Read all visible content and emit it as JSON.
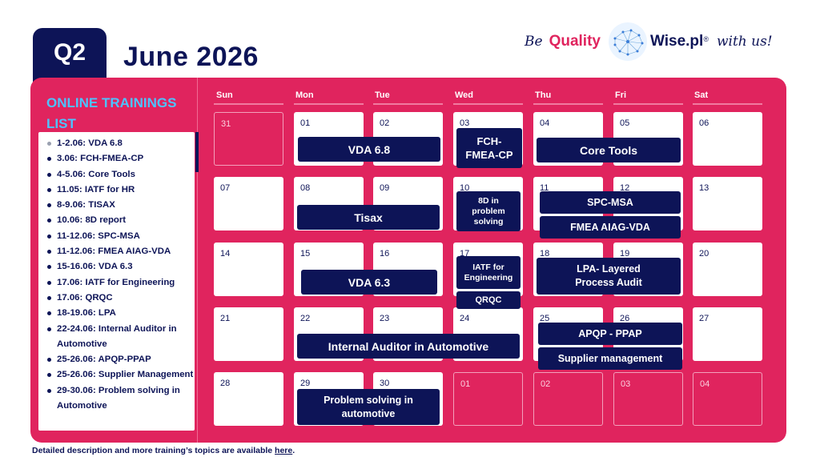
{
  "header": {
    "quarter": "Q2",
    "month_title": "June 2026",
    "brand": {
      "prefix": "Be",
      "quality": "Quality",
      "wise": "Wise.pl",
      "reg": "®",
      "suffix": "with us!"
    }
  },
  "sidebar": {
    "title": "ONLINE TRAININGS LIST",
    "items": [
      "1-2.06: VDA 6.8",
      "3.06: FCH-FMEA-CP",
      "4-5.06: Core Tools",
      "11.05: IATF for HR",
      "8-9.06: TISAX",
      "10.06: 8D report",
      "11-12.06: SPC-MSA",
      "11-12.06: FMEA AIAG-VDA",
      "15-16.06: VDA 6.3",
      "17.06: IATF for Engineering",
      "17.06: QRQC",
      "18-19.06: LPA",
      "22-24.06: Internal Auditor in Automotive",
      "25-26.06: APQP-PPAP",
      "25-26.06: Supplier Management",
      "29-30.06: Problem solving in Automotive"
    ]
  },
  "calendar": {
    "weekdays": [
      "Sun",
      "Mon",
      "Tue",
      "Wed",
      "Thu",
      "Fri",
      "Sat"
    ],
    "weeks": [
      [
        "31",
        "01",
        "02",
        "03",
        "04",
        "05",
        "06"
      ],
      [
        "07",
        "08",
        "09",
        "10",
        "11",
        "12",
        "13"
      ],
      [
        "14",
        "15",
        "16",
        "17",
        "18",
        "19",
        "20"
      ],
      [
        "21",
        "22",
        "23",
        "24",
        "25",
        "26",
        "27"
      ],
      [
        "28",
        "29",
        "30",
        "01",
        "02",
        "03",
        "04"
      ]
    ],
    "events": [
      "VDA 6.8",
      "FCH-FMEA-CP",
      "Core Tools",
      "Tisax",
      "8D in problem solving",
      "SPC-MSA",
      "FMEA AIAG-VDA",
      "VDA 6.3",
      "IATF for Engineering",
      "QRQC",
      "LPA- Layered Process Audit",
      "Internal Auditor in Automotive",
      "APQP - PPAP",
      "Supplier management",
      "Problem solving in automotive"
    ]
  },
  "footer": {
    "text": "Detailed description and more training’s topics are available ",
    "link": "here",
    "end": "."
  },
  "colors": {
    "navy": "#0d1457",
    "pink": "#e0245e",
    "sidebar_title": "#4dc3ff"
  }
}
